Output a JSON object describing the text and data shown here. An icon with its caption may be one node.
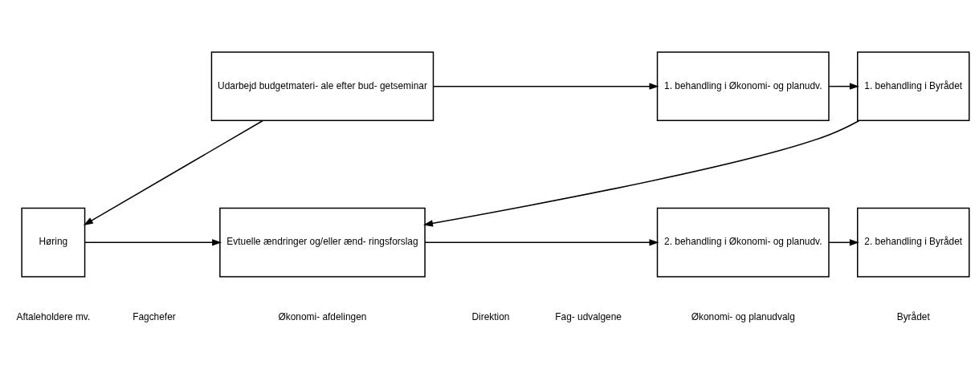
{
  "diagram": {
    "nodes": [
      {
        "text": [
          "Udarbejd budgetmateri- ale efter bud- getseminar"
        ]
      },
      {
        "text": [
          "1. behandling i Økonomi- og planudv."
        ]
      },
      {
        "text": [
          "1. behandling i Byrådet"
        ]
      },
      {
        "text": [
          "Høring"
        ]
      },
      {
        "text": [
          "Evtuelle ændringer og/eller ænd- ringsforslag"
        ]
      },
      {
        "text": [
          "2. behandling i Økonomi- og planudv."
        ]
      },
      {
        "text": [
          "2. behandling i Byrådet"
        ]
      }
    ],
    "edges": [
      {
        "from": 0,
        "to": 1,
        "arrow": "to"
      },
      {
        "from": 1,
        "to": 2,
        "arrow": "to"
      },
      {
        "from": 0,
        "to": 3,
        "arrow": "to"
      },
      {
        "from": 2,
        "to": 4,
        "arrow": "to"
      },
      {
        "from": 3,
        "to": 4,
        "arrow": "to"
      },
      {
        "from": 4,
        "to": 5,
        "arrow": "to"
      },
      {
        "from": 5,
        "to": 6,
        "arrow": "to"
      }
    ],
    "labels": [
      "Aftaleholdere mv.",
      "Fagchefer",
      "Økonomi- afdelingen",
      "Direktion",
      "Fag- udvalgene",
      "Økonomi- og planudvalg",
      "Byrådet"
    ]
  }
}
